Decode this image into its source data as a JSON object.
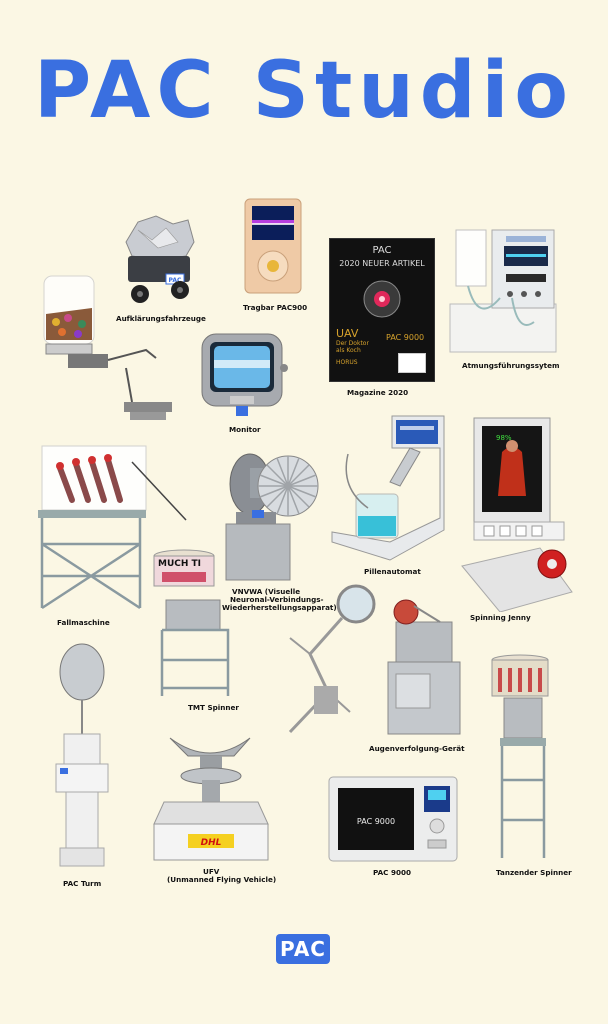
{
  "title": "PAC Studio",
  "brand_color": "#3a6fe0",
  "logo_text": "PAC",
  "magazine": {
    "brand": "PAC",
    "headline": "2020 NEUER ARTIKEL",
    "uav": "UAV",
    "line1": "Der Doktor",
    "line2": "als Koch",
    "horus": "HORUS",
    "model": "PAC 9000"
  },
  "monitor_screen_text": "PAC 9000",
  "jenny_screen_text": "98%",
  "tmt_banner_text": "MUCH TI",
  "dhl_text": "DHL",
  "captions": {
    "aufklaerung": "Aufklärungsfahrzeuge",
    "tragbar": "Tragbar PAC900",
    "magazine": "Magazine 2020",
    "atmung": "Atmungsführungssytem",
    "monitor": "Monitor",
    "fall": "Fallmaschine",
    "vnvwa": "VNVWA (Visuelle",
    "vnvwa2": "Neuronal-Verbindungs-",
    "vnvwa3": "Wiederherstellungsapparat)",
    "pillen": "Pillenautomat",
    "jenny": "Spinning Jenny",
    "tmt": "TMT Spinner",
    "augen": "Augenverfolgung-Gerät",
    "turm": "PAC Turm",
    "ufv": "UFV",
    "ufv2": "(Unmanned Flying Vehicle)",
    "pac9000": "PAC 9000",
    "tanz": "Tanzender Spinner"
  }
}
